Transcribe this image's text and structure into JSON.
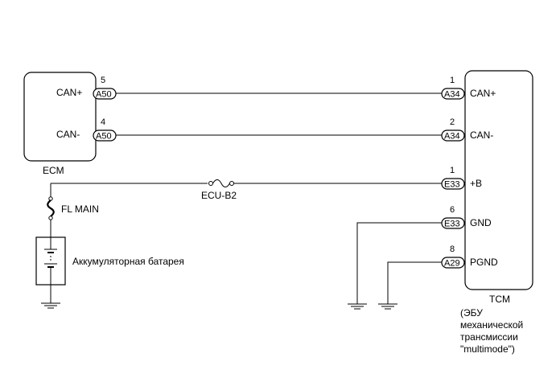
{
  "ecm": {
    "name": "ECM",
    "pins": [
      {
        "number": "5",
        "connector": "A50",
        "signal": "CAN+"
      },
      {
        "number": "4",
        "connector": "A50",
        "signal": "CAN-"
      }
    ]
  },
  "tcm": {
    "name": "TCM",
    "description": [
      "(ЭБУ",
      "механической",
      "трансмиссии",
      "\"multimode\")"
    ],
    "pins": [
      {
        "number": "1",
        "connector": "A34",
        "signal": "CAN+"
      },
      {
        "number": "2",
        "connector": "A34",
        "signal": "CAN-"
      },
      {
        "number": "1",
        "connector": "E33",
        "signal": "+B"
      },
      {
        "number": "6",
        "connector": "E33",
        "signal": "GND"
      },
      {
        "number": "8",
        "connector": "A29",
        "signal": "PGND"
      }
    ]
  },
  "fuses": {
    "ecu_b2": "ECU-B2",
    "fl_main": "FL MAIN"
  },
  "battery": {
    "label": "Аккумуляторная батарея"
  }
}
